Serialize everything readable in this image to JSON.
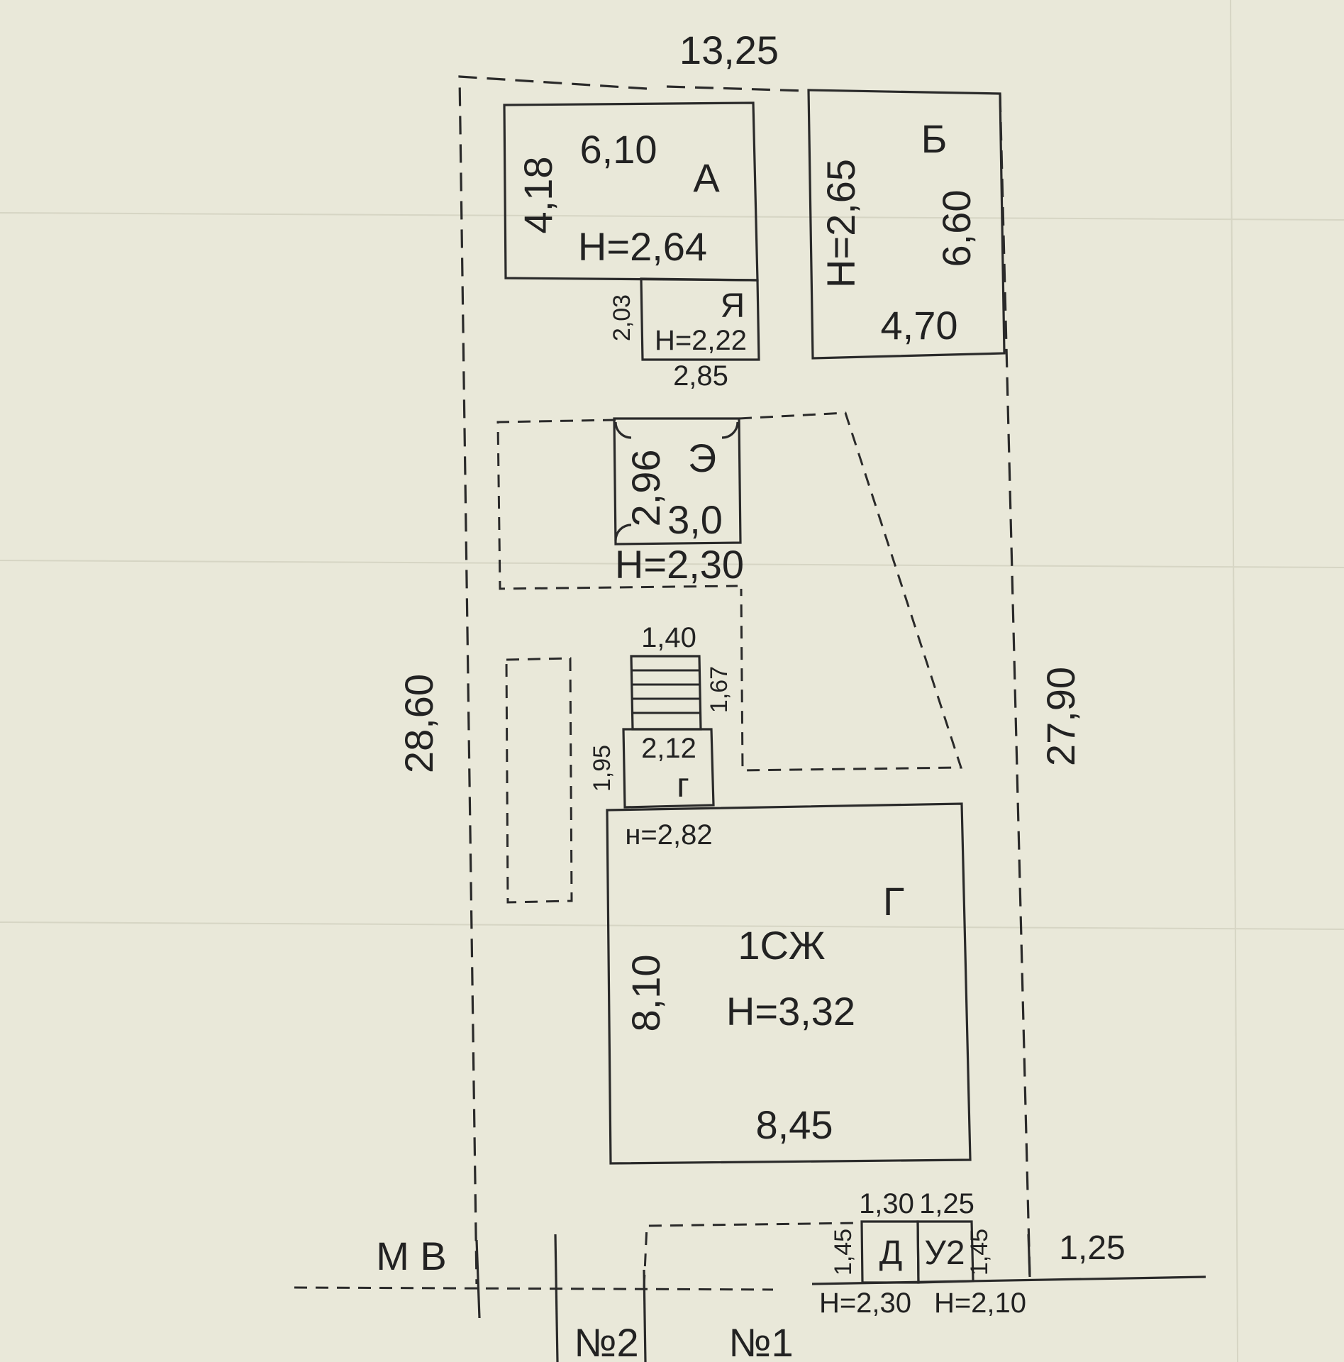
{
  "plot": {
    "top_length": "13,25",
    "left_length": "28,60",
    "right_length": "27,90"
  },
  "building_A": {
    "letter": "А",
    "width": "6,10",
    "depth": "4,18",
    "height": "Н=2,64"
  },
  "building_Ya": {
    "letter": "Я",
    "width": "2,85",
    "depth": "2,03",
    "height": "Н=2,22"
  },
  "building_B": {
    "letter": "Б",
    "width": "4,70",
    "depth": "6,60",
    "height": "Н=2,65"
  },
  "building_E": {
    "letter": "Э",
    "width": "3,0",
    "depth": "2,96",
    "height": "Н=2,30"
  },
  "stairs": {
    "width": "1,40",
    "depth": "1,67"
  },
  "porch_G": {
    "letter": "г",
    "width": "2,12",
    "depth": "1,95",
    "height": "н=2,82"
  },
  "main_house": {
    "letter": "Г",
    "name": "1СЖ",
    "height": "Н=3,32",
    "width": "8,45",
    "depth": "8,10"
  },
  "building_D": {
    "letter": "Д",
    "width": "1,30",
    "depth": "1,45",
    "height": "Н=2,30"
  },
  "building_U2": {
    "letter": "У2",
    "width": "1,25",
    "depth": "1,45",
    "height": "Н=2,10"
  },
  "street": {
    "label": "М В",
    "extra": "1,25"
  },
  "neighbours": {
    "left": "№2",
    "right": "№1"
  }
}
